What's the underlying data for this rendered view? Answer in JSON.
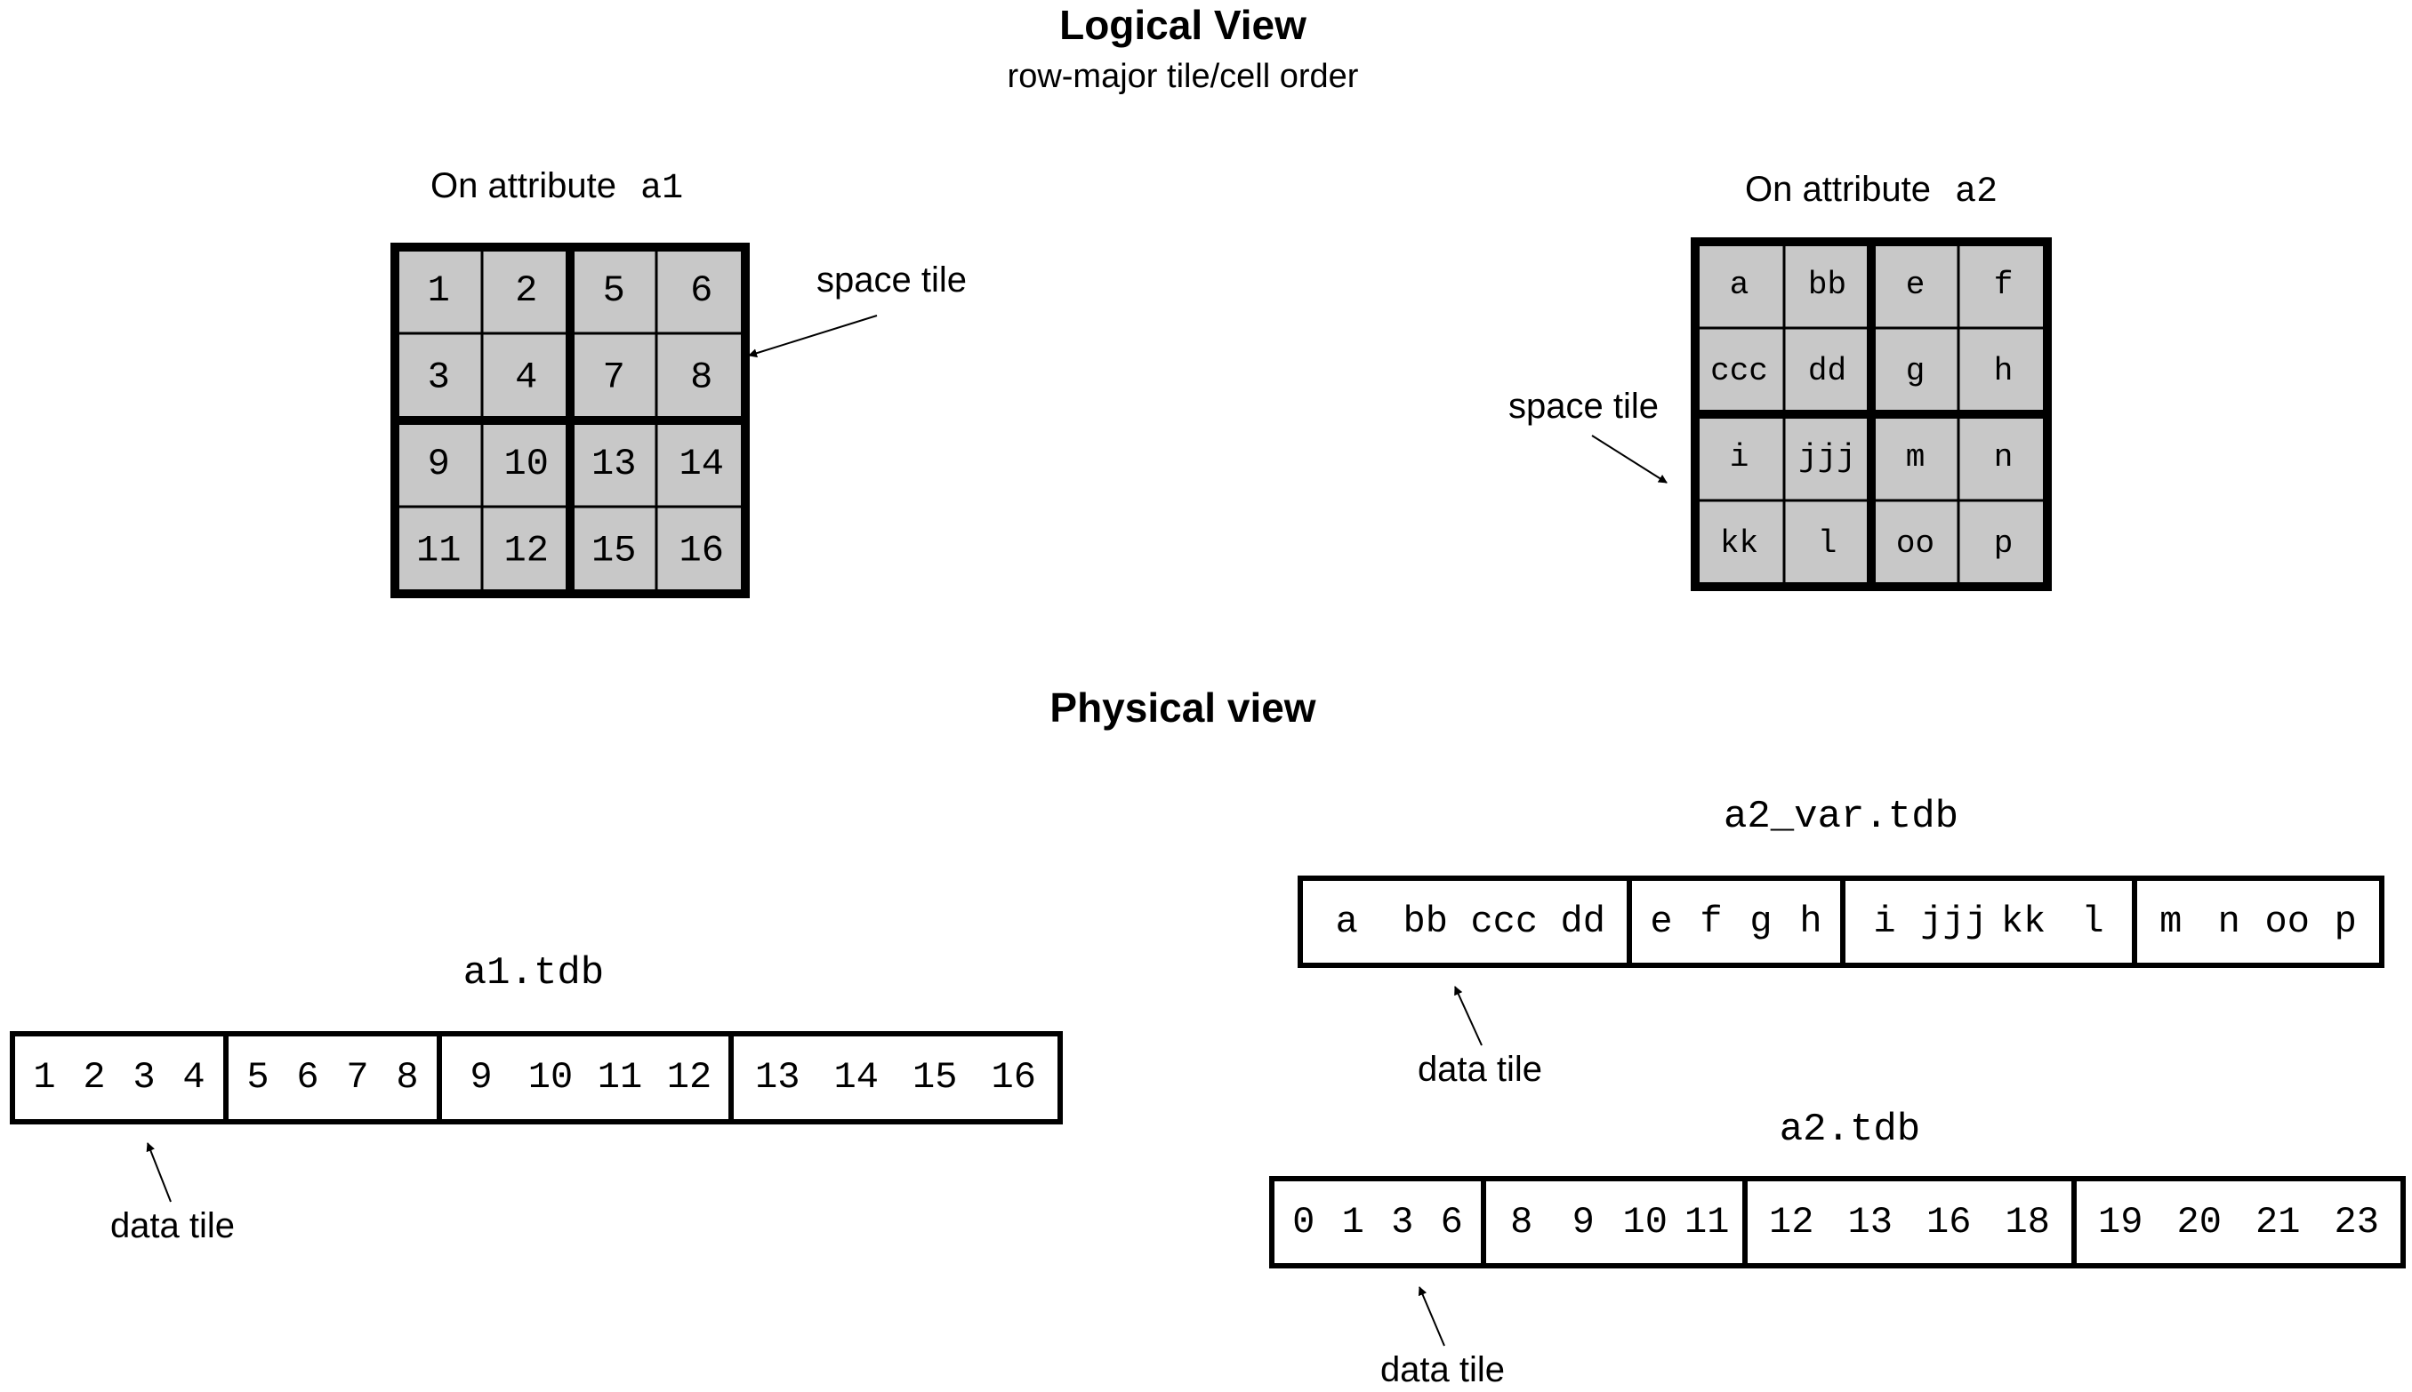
{
  "logical": {
    "title": "Logical View",
    "subtitle": "row-major tile/cell order",
    "a1": {
      "label_prefix": "On attribute",
      "label_attr": "a1",
      "cells": [
        [
          "1",
          "2",
          "5",
          "6"
        ],
        [
          "3",
          "4",
          "7",
          "8"
        ],
        [
          "9",
          "10",
          "13",
          "14"
        ],
        [
          "11",
          "12",
          "15",
          "16"
        ]
      ],
      "annotation": "space tile"
    },
    "a2": {
      "label_prefix": "On attribute",
      "label_attr": "a2",
      "cells": [
        [
          "a",
          "bb",
          "e",
          "f"
        ],
        [
          "ccc",
          "dd",
          "g",
          "h"
        ],
        [
          "i",
          "jjj",
          "m",
          "n"
        ],
        [
          "kk",
          "l",
          "oo",
          "p"
        ]
      ],
      "annotation": "space tile"
    }
  },
  "physical": {
    "title": "Physical view",
    "a1_file": {
      "name": "a1.tdb",
      "tiles": [
        [
          "1",
          "2",
          "3",
          "4"
        ],
        [
          "5",
          "6",
          "7",
          "8"
        ],
        [
          "9",
          "10",
          "11",
          "12"
        ],
        [
          "13",
          "14",
          "15",
          "16"
        ]
      ],
      "annotation": "data tile"
    },
    "a2_var_file": {
      "name": "a2_var.tdb",
      "tiles": [
        [
          "a",
          "bb",
          "ccc",
          "dd"
        ],
        [
          "e",
          "f",
          "g",
          "h"
        ],
        [
          "i",
          "jjj",
          "kk",
          "l"
        ],
        [
          "m",
          "n",
          "oo",
          "p"
        ]
      ],
      "annotation": "data tile"
    },
    "a2_file": {
      "name": "a2.tdb",
      "tiles": [
        [
          "0",
          "1",
          "3",
          "6"
        ],
        [
          "8",
          "9",
          "10",
          "11"
        ],
        [
          "12",
          "13",
          "16",
          "18"
        ],
        [
          "19",
          "20",
          "21",
          "23"
        ]
      ],
      "annotation": "data tile"
    }
  },
  "colors": {
    "cell_fill": "#c8c8c8",
    "stroke": "#000000",
    "background": "#ffffff"
  }
}
